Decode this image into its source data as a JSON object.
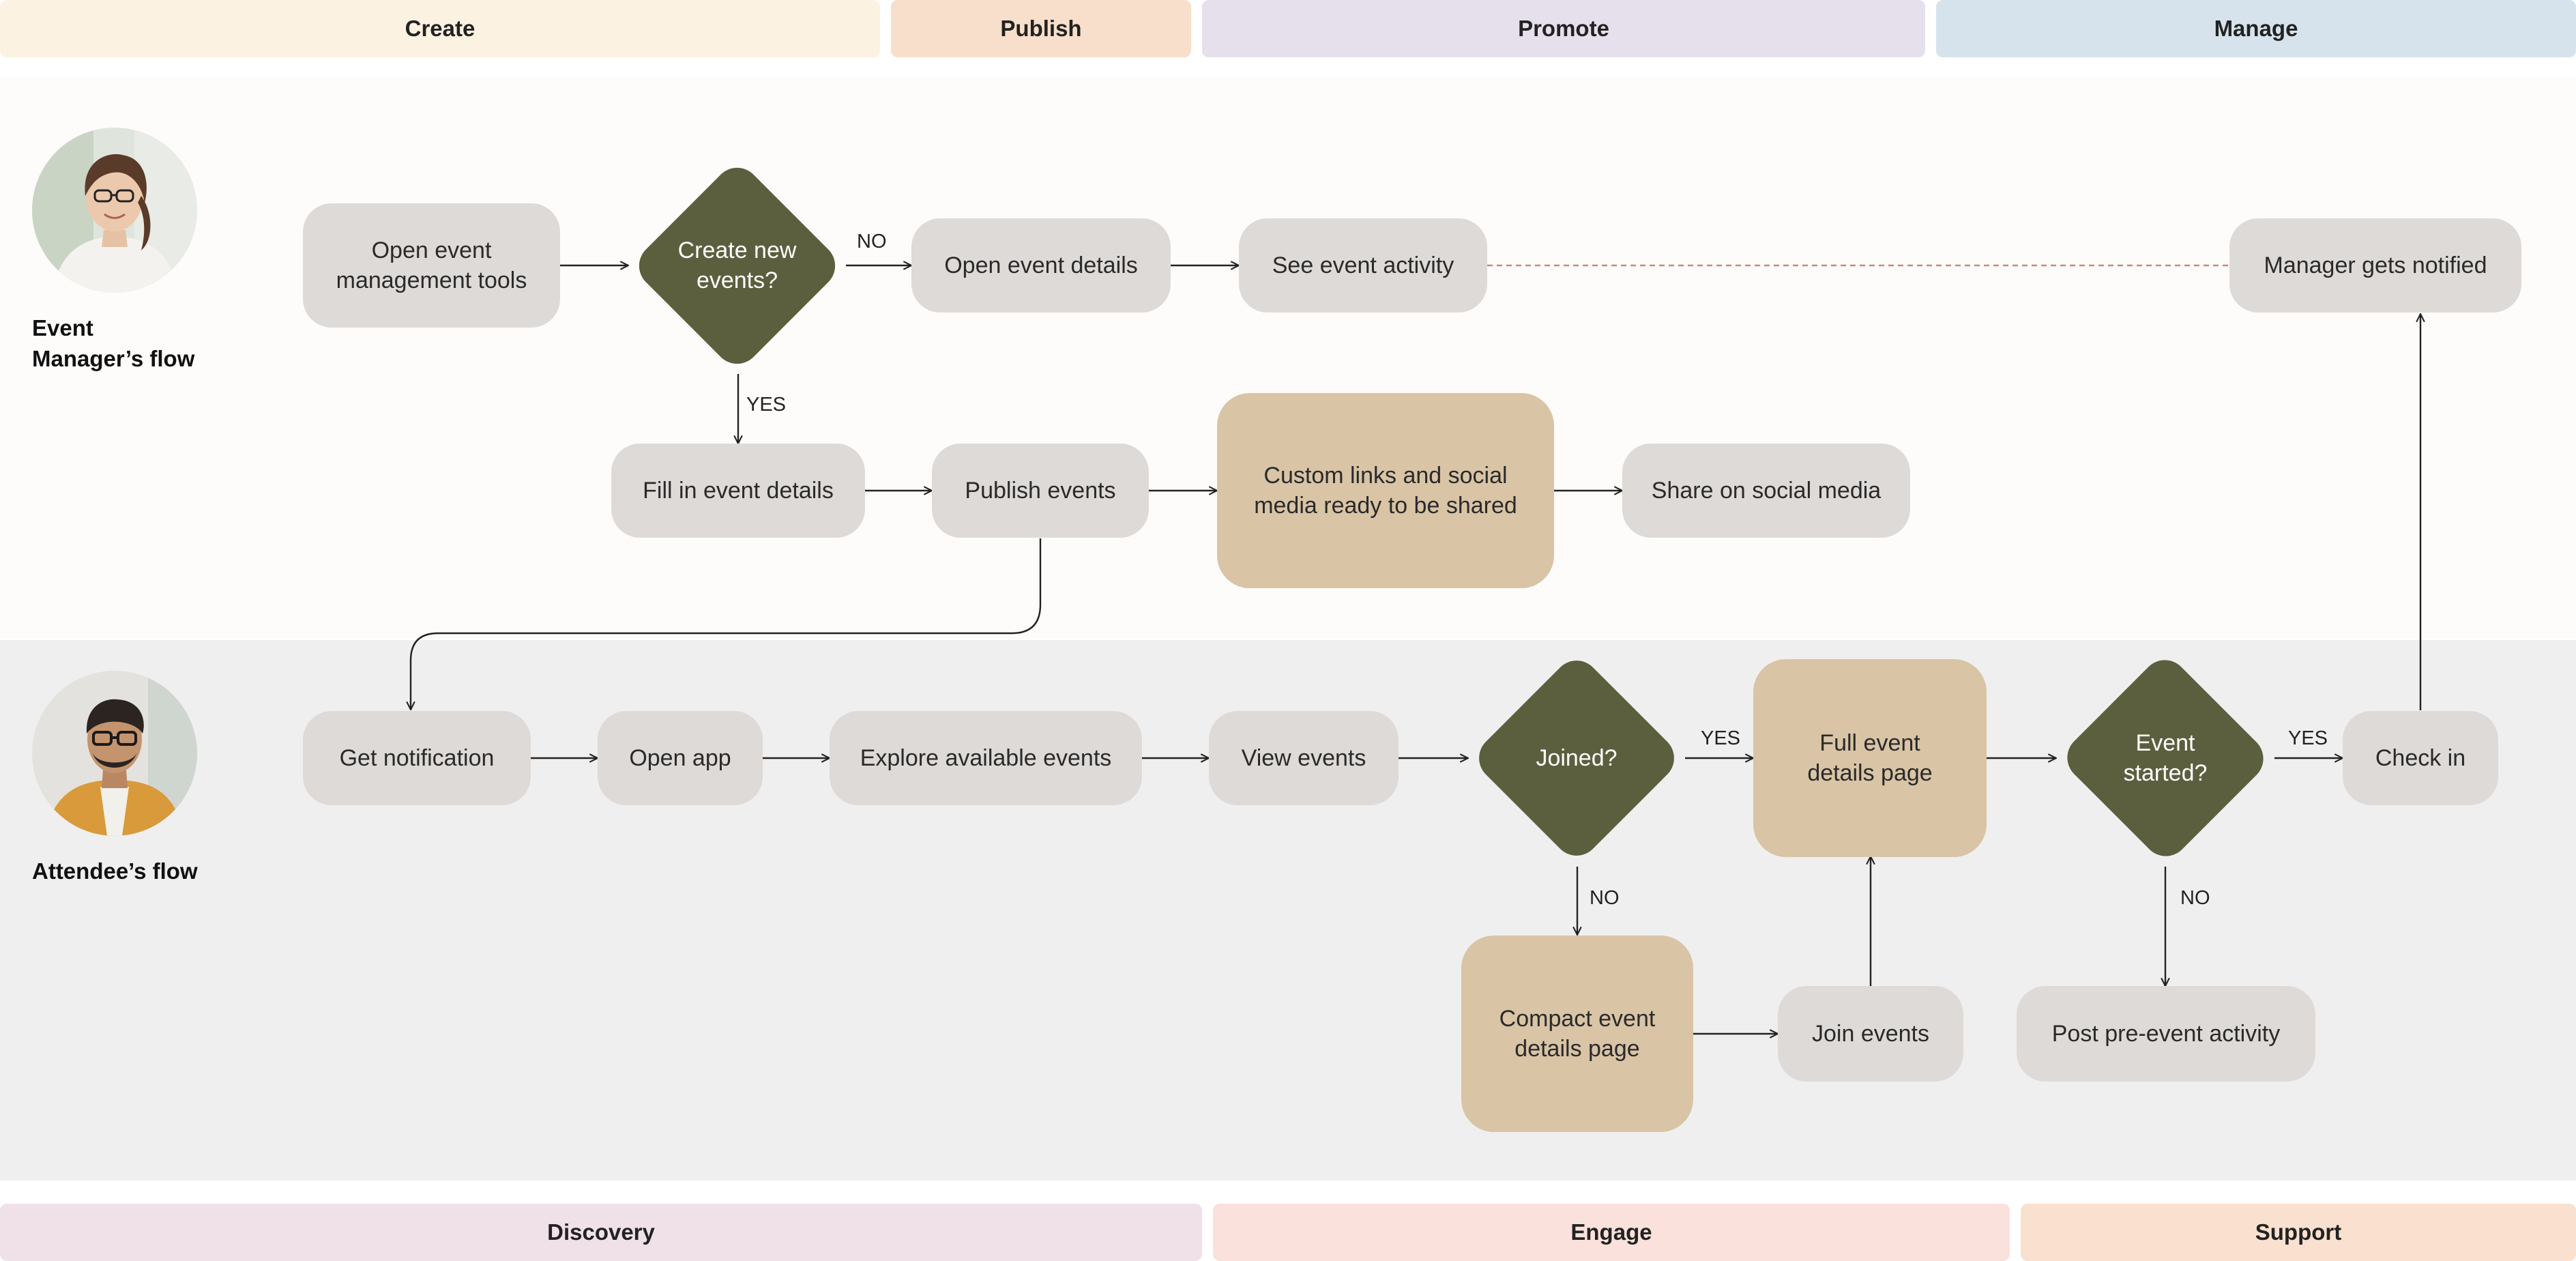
{
  "phases_top": [
    {
      "label": "Create",
      "color": "#fbf2e1"
    },
    {
      "label": "Publish",
      "color": "#f7dfcb"
    },
    {
      "label": "Promote",
      "color": "#e6dfec"
    },
    {
      "label": "Manage",
      "color": "#d6e3ec"
    }
  ],
  "phases_bottom": [
    {
      "label": "Discovery",
      "color": "#f0e1e8"
    },
    {
      "label": "Engage",
      "color": "#fae1db"
    },
    {
      "label": "Support",
      "color": "#fae1cf"
    }
  ],
  "actors": {
    "manager": "Event\nManager’s flow",
    "attendee": "Attendee’s flow"
  },
  "nodes": {
    "open_tools": "Open event\nmanagement tools",
    "create_new": "Create new\nevents?",
    "open_details": "Open event details",
    "see_activity": "See event activity",
    "manager_notified": "Manager gets notified",
    "fill_details": "Fill in event details",
    "publish_events": "Publish events",
    "custom_links": "Custom links and social\nmedia ready to be shared",
    "share_social": "Share on social media",
    "get_notification": "Get notification",
    "open_app": "Open app",
    "explore_events": "Explore available events",
    "view_events": "View events",
    "joined": "Joined?",
    "full_details": "Full event\ndetails page",
    "event_started": "Event\nstarted?",
    "check_in": "Check in",
    "compact_details": "Compact event\ndetails page",
    "join_events": "Join events",
    "post_activity": "Post pre-event activity"
  },
  "edge_labels": {
    "create_no": "NO",
    "create_yes": "YES",
    "joined_yes": "YES",
    "joined_no": "NO",
    "started_yes": "YES",
    "started_no": "NO"
  }
}
